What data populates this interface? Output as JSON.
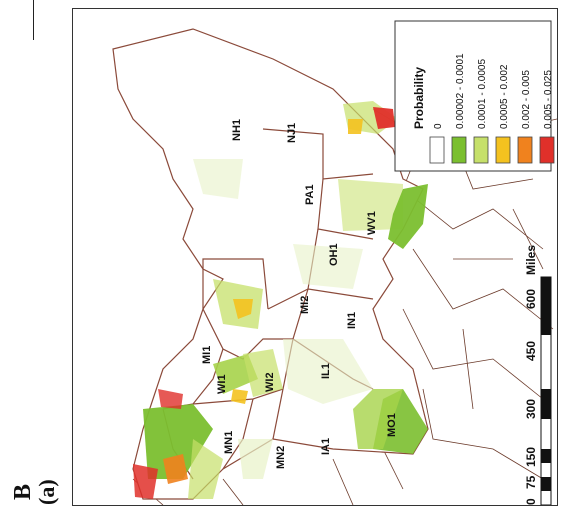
{
  "panel": {
    "letter": "B",
    "sub": "(a)"
  },
  "legend": {
    "title": "Probability",
    "items": [
      {
        "label": "0",
        "color": "#ffffff"
      },
      {
        "label": "0.00002 - 0.0001",
        "color": "#7bbf2f"
      },
      {
        "label": "0.0001 - 0.0005",
        "color": "#c6e06a"
      },
      {
        "label": "0.0005 - 0.002",
        "color": "#f4c21f"
      },
      {
        "label": "0.002 - 0.005",
        "color": "#f0821e"
      },
      {
        "label": "0.005 - 0.025",
        "color": "#e0302a"
      }
    ]
  },
  "regions": [
    "NH1",
    "NJ1",
    "PA1",
    "WV1",
    "OH1",
    "IN1",
    "MI2",
    "MI1",
    "WI1",
    "WI2",
    "IL1",
    "MN1",
    "MN2",
    "IA1",
    "MO1"
  ],
  "scalebar": {
    "unit": "Miles",
    "ticks": [
      "0",
      "75",
      "150",
      "300",
      "450",
      "600"
    ]
  },
  "colors": {
    "boundary": "#8b4a3a",
    "county": "#6b3a2a"
  }
}
